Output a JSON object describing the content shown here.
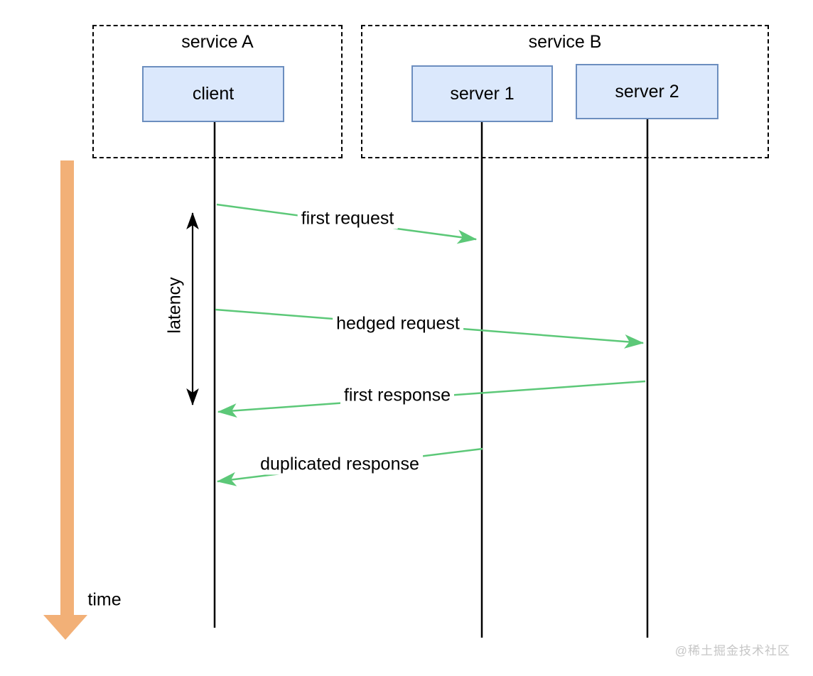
{
  "groups": {
    "service_a": {
      "label": "service A"
    },
    "service_b": {
      "label": "service B"
    }
  },
  "nodes": {
    "client": {
      "label": "client",
      "group": "service A"
    },
    "server1": {
      "label": "server 1",
      "group": "service B"
    },
    "server2": {
      "label": "server 2",
      "group": "service B"
    }
  },
  "messages": [
    {
      "label": "first request",
      "from": "client",
      "to": "server 1"
    },
    {
      "label": "hedged request",
      "from": "client",
      "to": "server 2"
    },
    {
      "label": "first response",
      "from": "server 2",
      "to": "client"
    },
    {
      "label": "duplicated response",
      "from": "server 1",
      "to": "client"
    }
  ],
  "annotations": {
    "latency_label": "latency",
    "time_label": "time"
  },
  "watermark": "@稀土掘金技术社区",
  "colors": {
    "node_fill": "#dbe8fc",
    "node_border": "#6c8ebf",
    "arrow_green": "#5cc878",
    "time_arrow": "#f2b077",
    "line_black": "#000000",
    "watermark_gray": "#c6c6c6"
  }
}
